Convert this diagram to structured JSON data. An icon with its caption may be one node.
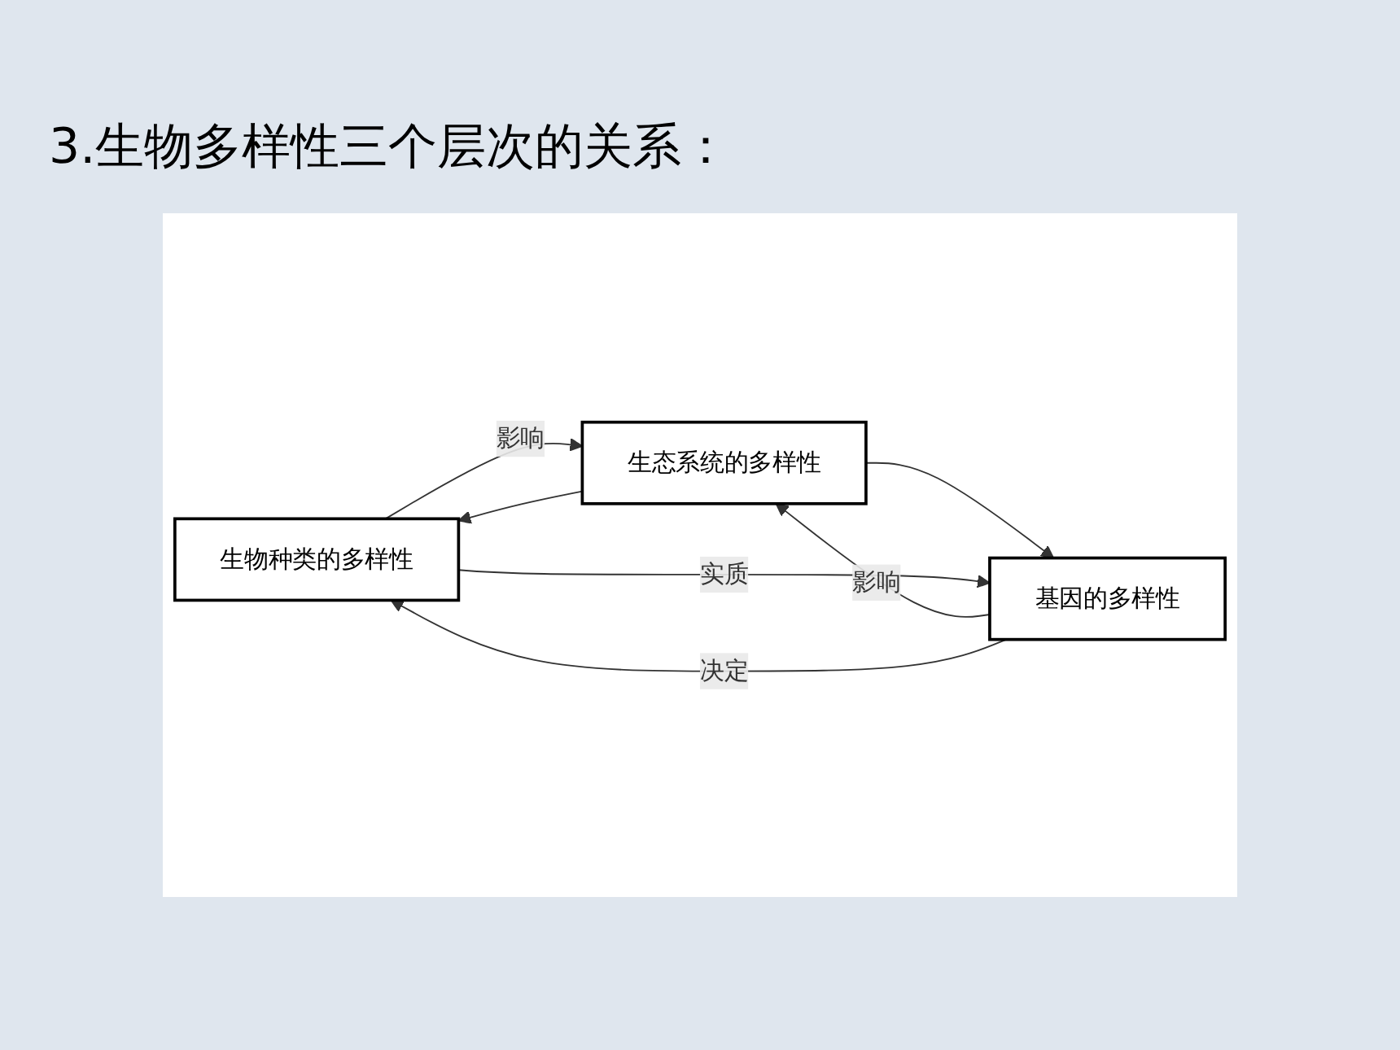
{
  "diagram": {
    "title": "3.生物多样性三个层次的关系：",
    "nodes": [
      {
        "text": [
          "生物种类的多样性"
        ]
      },
      {
        "text": [
          "基因",
          "的多样性"
        ]
      },
      {
        "text": [
          "生态系统的多样性"
        ]
      }
    ],
    "edges": [
      {
        "from": 0,
        "to": 2,
        "arrow": "to",
        "label": "影响"
      },
      {
        "from": 2,
        "to": 0,
        "arrow": "to"
      },
      {
        "from": 2,
        "to": 1,
        "arrow": "to"
      },
      {
        "from": 1,
        "to": 2,
        "arrow": "to",
        "label": "影响"
      },
      {
        "from": 1,
        "to": 0,
        "arrow": "to",
        "label": "决定"
      },
      {
        "from": 0,
        "to": 1,
        "arrow": "to",
        "label": "实质"
      }
    ]
  }
}
